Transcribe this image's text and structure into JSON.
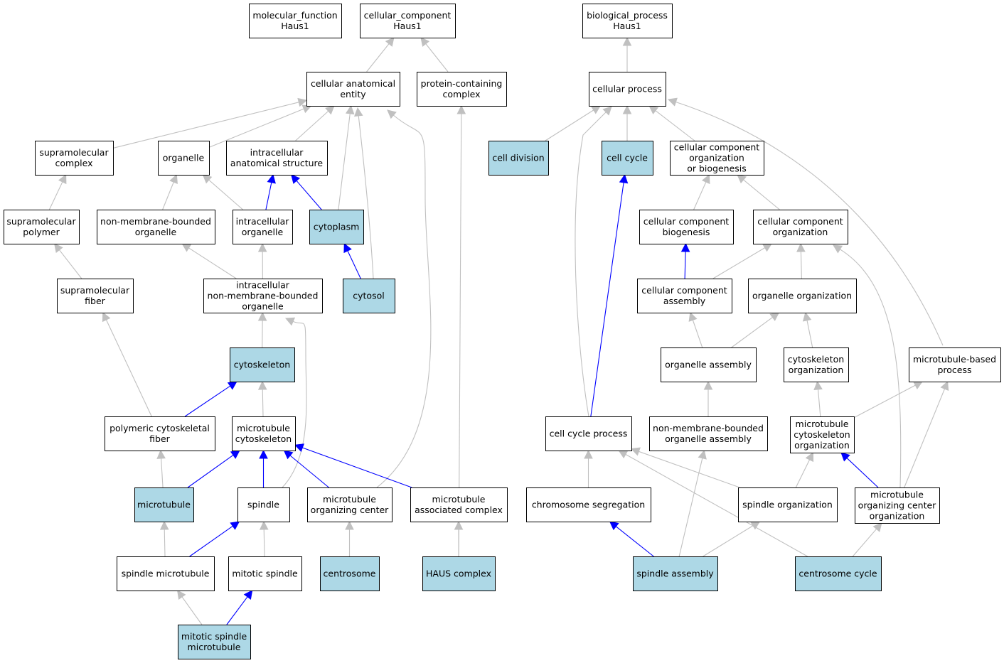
{
  "colors": {
    "highlight_fill": "#add8e6",
    "plain_fill": "#ffffff",
    "blue_edge": "#0000ff",
    "gray_edge": "#c0c0c0",
    "border": "#000000"
  },
  "nodes": [
    {
      "id": "mf_root",
      "lines": [
        "molecular_function",
        "Haus1"
      ],
      "highlight": false
    },
    {
      "id": "cc_root",
      "lines": [
        "cellular_component",
        "Haus1"
      ],
      "highlight": false
    },
    {
      "id": "bp_root",
      "lines": [
        "biological_process",
        "Haus1"
      ],
      "highlight": false
    },
    {
      "id": "cae",
      "lines": [
        "cellular anatomical",
        "entity"
      ],
      "highlight": false
    },
    {
      "id": "pcc",
      "lines": [
        "protein-containing",
        "complex"
      ],
      "highlight": false
    },
    {
      "id": "cproc",
      "lines": [
        "cellular process"
      ],
      "highlight": false
    },
    {
      "id": "smc",
      "lines": [
        "supramolecular",
        "complex"
      ],
      "highlight": false
    },
    {
      "id": "organelle",
      "lines": [
        "organelle"
      ],
      "highlight": false
    },
    {
      "id": "ias",
      "lines": [
        "intracellular",
        "anatomical structure"
      ],
      "highlight": false
    },
    {
      "id": "celldiv",
      "lines": [
        "cell division"
      ],
      "highlight": true
    },
    {
      "id": "cellcycle",
      "lines": [
        "cell cycle"
      ],
      "highlight": true
    },
    {
      "id": "ccob",
      "lines": [
        "cellular component",
        "organization",
        "or biogenesis"
      ],
      "highlight": false
    },
    {
      "id": "smp",
      "lines": [
        "supramolecular",
        "polymer"
      ],
      "highlight": false
    },
    {
      "id": "nmbo",
      "lines": [
        "non-membrane-bounded",
        "organelle"
      ],
      "highlight": false
    },
    {
      "id": "io",
      "lines": [
        "intracellular",
        "organelle"
      ],
      "highlight": false
    },
    {
      "id": "cytoplasm",
      "lines": [
        "cytoplasm"
      ],
      "highlight": true
    },
    {
      "id": "ccb",
      "lines": [
        "cellular component",
        "biogenesis"
      ],
      "highlight": false
    },
    {
      "id": "cco",
      "lines": [
        "cellular component",
        "organization"
      ],
      "highlight": false
    },
    {
      "id": "smf",
      "lines": [
        "supramolecular",
        "fiber"
      ],
      "highlight": false
    },
    {
      "id": "inmbo",
      "lines": [
        "intracellular",
        "non-membrane-bounded",
        "organelle"
      ],
      "highlight": false
    },
    {
      "id": "cytosol",
      "lines": [
        "cytosol"
      ],
      "highlight": true
    },
    {
      "id": "cca",
      "lines": [
        "cellular component",
        "assembly"
      ],
      "highlight": false
    },
    {
      "id": "oo",
      "lines": [
        "organelle organization"
      ],
      "highlight": false
    },
    {
      "id": "cytoskeleton",
      "lines": [
        "cytoskeleton"
      ],
      "highlight": true
    },
    {
      "id": "oa",
      "lines": [
        "organelle assembly"
      ],
      "highlight": false
    },
    {
      "id": "cso",
      "lines": [
        "cytoskeleton",
        "organization"
      ],
      "highlight": false
    },
    {
      "id": "mbp",
      "lines": [
        "microtubule-based",
        "process"
      ],
      "highlight": false
    },
    {
      "id": "pcf",
      "lines": [
        "polymeric cytoskeletal",
        "fiber"
      ],
      "highlight": false
    },
    {
      "id": "mtcs",
      "lines": [
        "microtubule",
        "cytoskeleton"
      ],
      "highlight": false
    },
    {
      "id": "ccp",
      "lines": [
        "cell cycle process"
      ],
      "highlight": false
    },
    {
      "id": "nmboa",
      "lines": [
        "non-membrane-bounded",
        "organelle assembly"
      ],
      "highlight": false
    },
    {
      "id": "mtcso",
      "lines": [
        "microtubule",
        "cytoskeleton",
        "organization"
      ],
      "highlight": false
    },
    {
      "id": "microtubule",
      "lines": [
        "microtubule"
      ],
      "highlight": true
    },
    {
      "id": "spindle",
      "lines": [
        "spindle"
      ],
      "highlight": false
    },
    {
      "id": "mtoc",
      "lines": [
        "microtubule",
        "organizing center"
      ],
      "highlight": false
    },
    {
      "id": "mtac",
      "lines": [
        "microtubule",
        "associated complex"
      ],
      "highlight": false
    },
    {
      "id": "chromseg",
      "lines": [
        "chromosome segregation"
      ],
      "highlight": false
    },
    {
      "id": "spindleorg",
      "lines": [
        "spindle organization"
      ],
      "highlight": false
    },
    {
      "id": "mtoco",
      "lines": [
        "microtubule",
        "organizing center",
        "organization"
      ],
      "highlight": false
    },
    {
      "id": "spmt",
      "lines": [
        "spindle microtubule"
      ],
      "highlight": false
    },
    {
      "id": "mitspindle",
      "lines": [
        "mitotic spindle"
      ],
      "highlight": false
    },
    {
      "id": "centrosome",
      "lines": [
        "centrosome"
      ],
      "highlight": true
    },
    {
      "id": "haus",
      "lines": [
        "HAUS complex"
      ],
      "highlight": true
    },
    {
      "id": "spassembly",
      "lines": [
        "spindle assembly"
      ],
      "highlight": true
    },
    {
      "id": "centcycle",
      "lines": [
        "centrosome cycle"
      ],
      "highlight": true
    },
    {
      "id": "mitspmt",
      "lines": [
        "mitotic spindle",
        "microtubule"
      ],
      "highlight": true
    }
  ],
  "edges": [
    {
      "from": "cae",
      "to": "cc_root",
      "color": "gray"
    },
    {
      "from": "pcc",
      "to": "cc_root",
      "color": "gray"
    },
    {
      "from": "cproc",
      "to": "bp_root",
      "color": "gray"
    },
    {
      "from": "smc",
      "to": "cae",
      "color": "gray"
    },
    {
      "from": "organelle",
      "to": "cae",
      "color": "gray"
    },
    {
      "from": "ias",
      "to": "cae",
      "color": "gray"
    },
    {
      "from": "cytoplasm",
      "to": "cae",
      "color": "gray"
    },
    {
      "from": "cytosol",
      "to": "cae",
      "color": "gray"
    },
    {
      "from": "mtoc",
      "to": "cae",
      "color": "gray"
    },
    {
      "from": "haus",
      "to": "pcc",
      "color": "gray"
    },
    {
      "from": "celldiv",
      "to": "cproc",
      "color": "gray"
    },
    {
      "from": "cellcycle",
      "to": "cproc",
      "color": "gray"
    },
    {
      "from": "ccob",
      "to": "cproc",
      "color": "gray"
    },
    {
      "from": "ccp",
      "to": "cproc",
      "color": "gray"
    },
    {
      "from": "mbp",
      "to": "cproc",
      "color": "gray"
    },
    {
      "from": "smp",
      "to": "smc",
      "color": "gray"
    },
    {
      "from": "nmbo",
      "to": "organelle",
      "color": "gray"
    },
    {
      "from": "io",
      "to": "organelle",
      "color": "gray"
    },
    {
      "from": "io",
      "to": "ias",
      "color": "blue"
    },
    {
      "from": "cytoplasm",
      "to": "ias",
      "color": "blue"
    },
    {
      "from": "ccp",
      "to": "cellcycle",
      "color": "blue"
    },
    {
      "from": "ccb",
      "to": "ccob",
      "color": "gray"
    },
    {
      "from": "cco",
      "to": "ccob",
      "color": "gray"
    },
    {
      "from": "smf",
      "to": "smp",
      "color": "gray"
    },
    {
      "from": "inmbo",
      "to": "nmbo",
      "color": "gray"
    },
    {
      "from": "inmbo",
      "to": "io",
      "color": "gray"
    },
    {
      "from": "cytosol",
      "to": "cytoplasm",
      "color": "blue"
    },
    {
      "from": "cca",
      "to": "ccb",
      "color": "blue"
    },
    {
      "from": "cca",
      "to": "cco",
      "color": "gray"
    },
    {
      "from": "oo",
      "to": "cco",
      "color": "gray"
    },
    {
      "from": "mtoco",
      "to": "cco",
      "color": "gray"
    },
    {
      "from": "pcf",
      "to": "smf",
      "color": "gray"
    },
    {
      "from": "cytoskeleton",
      "to": "inmbo",
      "color": "gray"
    },
    {
      "from": "spindle",
      "to": "inmbo",
      "color": "gray"
    },
    {
      "from": "oa",
      "to": "cca",
      "color": "gray"
    },
    {
      "from": "oa",
      "to": "oo",
      "color": "gray"
    },
    {
      "from": "cso",
      "to": "oo",
      "color": "gray"
    },
    {
      "from": "pcf",
      "to": "cytoskeleton",
      "color": "blue"
    },
    {
      "from": "mtcs",
      "to": "cytoskeleton",
      "color": "gray"
    },
    {
      "from": "nmboa",
      "to": "oa",
      "color": "gray"
    },
    {
      "from": "mtcso",
      "to": "cso",
      "color": "gray"
    },
    {
      "from": "mtcso",
      "to": "mbp",
      "color": "gray"
    },
    {
      "from": "mtoco",
      "to": "mbp",
      "color": "gray"
    },
    {
      "from": "microtubule",
      "to": "pcf",
      "color": "gray"
    },
    {
      "from": "microtubule",
      "to": "mtcs",
      "color": "blue"
    },
    {
      "from": "spindle",
      "to": "mtcs",
      "color": "blue"
    },
    {
      "from": "mtoc",
      "to": "mtcs",
      "color": "blue"
    },
    {
      "from": "mtac",
      "to": "mtcs",
      "color": "blue"
    },
    {
      "from": "chromseg",
      "to": "ccp",
      "color": "gray"
    },
    {
      "from": "spindleorg",
      "to": "ccp",
      "color": "gray"
    },
    {
      "from": "centcycle",
      "to": "ccp",
      "color": "gray"
    },
    {
      "from": "spassembly",
      "to": "nmboa",
      "color": "gray"
    },
    {
      "from": "spindleorg",
      "to": "mtcso",
      "color": "gray"
    },
    {
      "from": "mtoco",
      "to": "mtcso",
      "color": "blue"
    },
    {
      "from": "spmt",
      "to": "microtubule",
      "color": "gray"
    },
    {
      "from": "spmt",
      "to": "spindle",
      "color": "blue"
    },
    {
      "from": "mitspindle",
      "to": "spindle",
      "color": "gray"
    },
    {
      "from": "centrosome",
      "to": "mtoc",
      "color": "gray"
    },
    {
      "from": "haus",
      "to": "mtac",
      "color": "gray"
    },
    {
      "from": "spassembly",
      "to": "chromseg",
      "color": "blue"
    },
    {
      "from": "spassembly",
      "to": "spindleorg",
      "color": "gray"
    },
    {
      "from": "centcycle",
      "to": "mtoco",
      "color": "gray"
    },
    {
      "from": "mitspmt",
      "to": "spmt",
      "color": "gray"
    },
    {
      "from": "mitspmt",
      "to": "mitspindle",
      "color": "blue"
    }
  ]
}
